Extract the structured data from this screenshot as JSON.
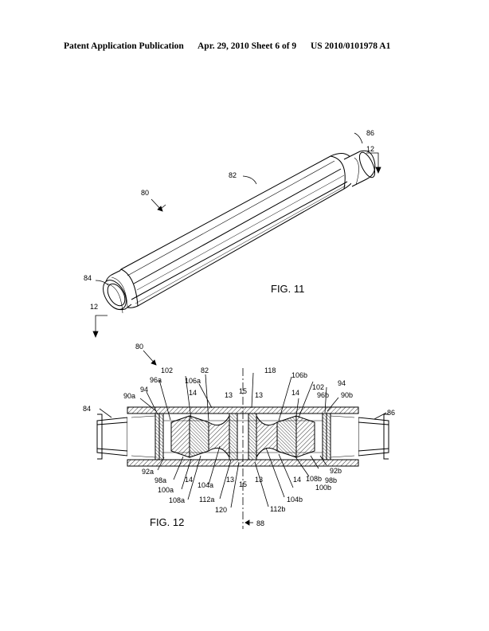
{
  "header": {
    "publication": "Patent Application Publication",
    "date_sheet": "Apr. 29, 2010  Sheet 6 of 9",
    "number": "US 2010/0101978 A1"
  },
  "fig11": {
    "caption": "FIG. 11",
    "labels": {
      "l80": "80",
      "l82": "82",
      "l84": "84",
      "l86": "86",
      "l12_top": "12",
      "l12_bot": "12"
    }
  },
  "fig12": {
    "caption": "FIG. 12",
    "labels": {
      "l80": "80",
      "l84": "84",
      "l86": "86",
      "l88": "88",
      "l102a": "102",
      "l82": "82",
      "l118": "118",
      "l106b": "106b",
      "l102b": "102",
      "l94a": "94",
      "l96a": "96a",
      "l106a": "106a",
      "l90a": "90a",
      "l94b": "94",
      "l96b": "96b",
      "l90b": "90b",
      "l13a": "13",
      "l15a": "15",
      "l13b": "13",
      "l14a": "14",
      "l14b": "14",
      "l92a": "92a",
      "l98a": "98a",
      "l100a": "100a",
      "l108a": "108a",
      "l104a": "104a",
      "l112a": "112a",
      "l120": "120",
      "l13c": "13",
      "l15b": "15",
      "l13d": "13",
      "l14c": "14",
      "l14d": "14",
      "l108b": "108b",
      "l104b": "104b",
      "l112b": "112b",
      "l92b": "92b",
      "l98b": "98b",
      "l100b": "100b"
    }
  }
}
